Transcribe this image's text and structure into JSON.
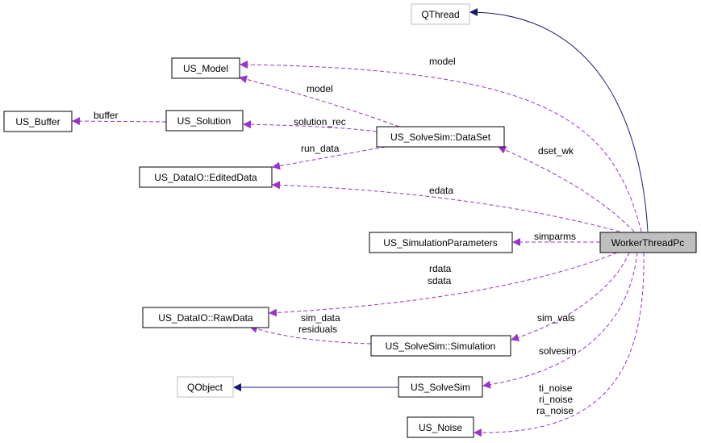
{
  "nodes": {
    "qthread": "QThread",
    "us_model": "US_Model",
    "us_buffer": "US_Buffer",
    "us_solution": "US_Solution",
    "us_solvesim_dataset": "US_SolveSim::DataSet",
    "us_dataio_editeddata": "US_DataIO::EditedData",
    "us_simulationparameters": "US_SimulationParameters",
    "workerthreadpc": "WorkerThreadPc",
    "us_dataio_rawdata": "US_DataIO::RawData",
    "us_solvesim_simulation": "US_SolveSim::Simulation",
    "qobject": "QObject",
    "us_solvesim": "US_SolveSim",
    "us_noise": "US_Noise"
  },
  "edge_labels": {
    "model_worker": "model",
    "model_dataset": "model",
    "buffer": "buffer",
    "solution_rec": "solution_rec",
    "run_data": "run_data",
    "dset_wk": "dset_wk",
    "edata": "edata",
    "simparms": "simparms",
    "rdata": "rdata",
    "sdata": "sdata",
    "sim_data": "sim_data",
    "residuals": "residuals",
    "sim_vals": "sim_vals",
    "solvesim": "solvesim",
    "ti_noise": "ti_noise",
    "ri_noise": "ri_noise",
    "ra_noise": "ra_noise"
  },
  "colors": {
    "usage_edge": "#9a32cd",
    "inheritance_edge": "#191970",
    "focus_fill": "#bfbfbf",
    "external_border": "#bfbfbf"
  }
}
